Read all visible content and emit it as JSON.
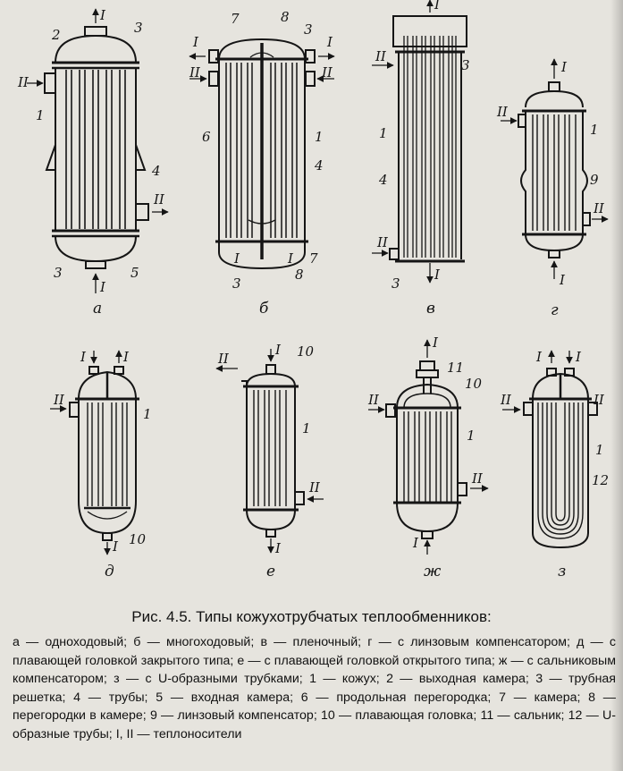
{
  "figure": {
    "caption": "Рис. 4.5. Типы кожухотрубчатых теплообменников:",
    "legend": "а — одноходовый; б — многоходовый; в — пленочный; г — с линзовым компенсатором; д — с плавающей головкой закрытого типа; е — с плавающей головкой открытого типа; ж — с сальниковым компенсатором; з — с U-образными трубками; 1 — кожух; 2 — выходная камера; 3 — трубная решетка; 4 — трубы; 5 — входная камера; 6 — продольная перегородка; 7 — камера; 8 — перегородки в камере; 9 — линзовый компенсатор; 10 — плавающая головка; 11 — сальник; 12 — U-образные трубы; I, II — теплоносители",
    "panels": [
      {
        "id": "a",
        "sublabel": "а",
        "numbers": [
          "1",
          "2",
          "3",
          "3",
          "4",
          "5"
        ],
        "flows": [
          "I",
          "I",
          "II",
          "II"
        ]
      },
      {
        "id": "b",
        "sublabel": "б",
        "numbers": [
          "1",
          "3",
          "3",
          "4",
          "6",
          "7",
          "7",
          "8",
          "8"
        ],
        "flows": [
          "I",
          "I",
          "II",
          "II",
          "I",
          "I"
        ]
      },
      {
        "id": "v",
        "sublabel": "в",
        "numbers": [
          "1",
          "3",
          "3",
          "4"
        ],
        "flows": [
          "I",
          "I",
          "II"
        ]
      },
      {
        "id": "g",
        "sublabel": "г",
        "numbers": [
          "1",
          "9"
        ],
        "flows": [
          "I",
          "I",
          "II",
          "II"
        ]
      },
      {
        "id": "d",
        "sublabel": "д",
        "numbers": [
          "1",
          "10"
        ],
        "flows": [
          "I",
          "I",
          "I",
          "II"
        ]
      },
      {
        "id": "e",
        "sublabel": "е",
        "numbers": [
          "1",
          "10"
        ],
        "flows": [
          "I",
          "I",
          "II",
          "II"
        ]
      },
      {
        "id": "zh",
        "sublabel": "ж",
        "numbers": [
          "1",
          "10",
          "11"
        ],
        "flows": [
          "I",
          "I",
          "II",
          "II"
        ]
      },
      {
        "id": "z",
        "sublabel": "з",
        "numbers": [
          "1",
          "12"
        ],
        "flows": [
          "I",
          "I",
          "II",
          "II"
        ]
      }
    ]
  }
}
